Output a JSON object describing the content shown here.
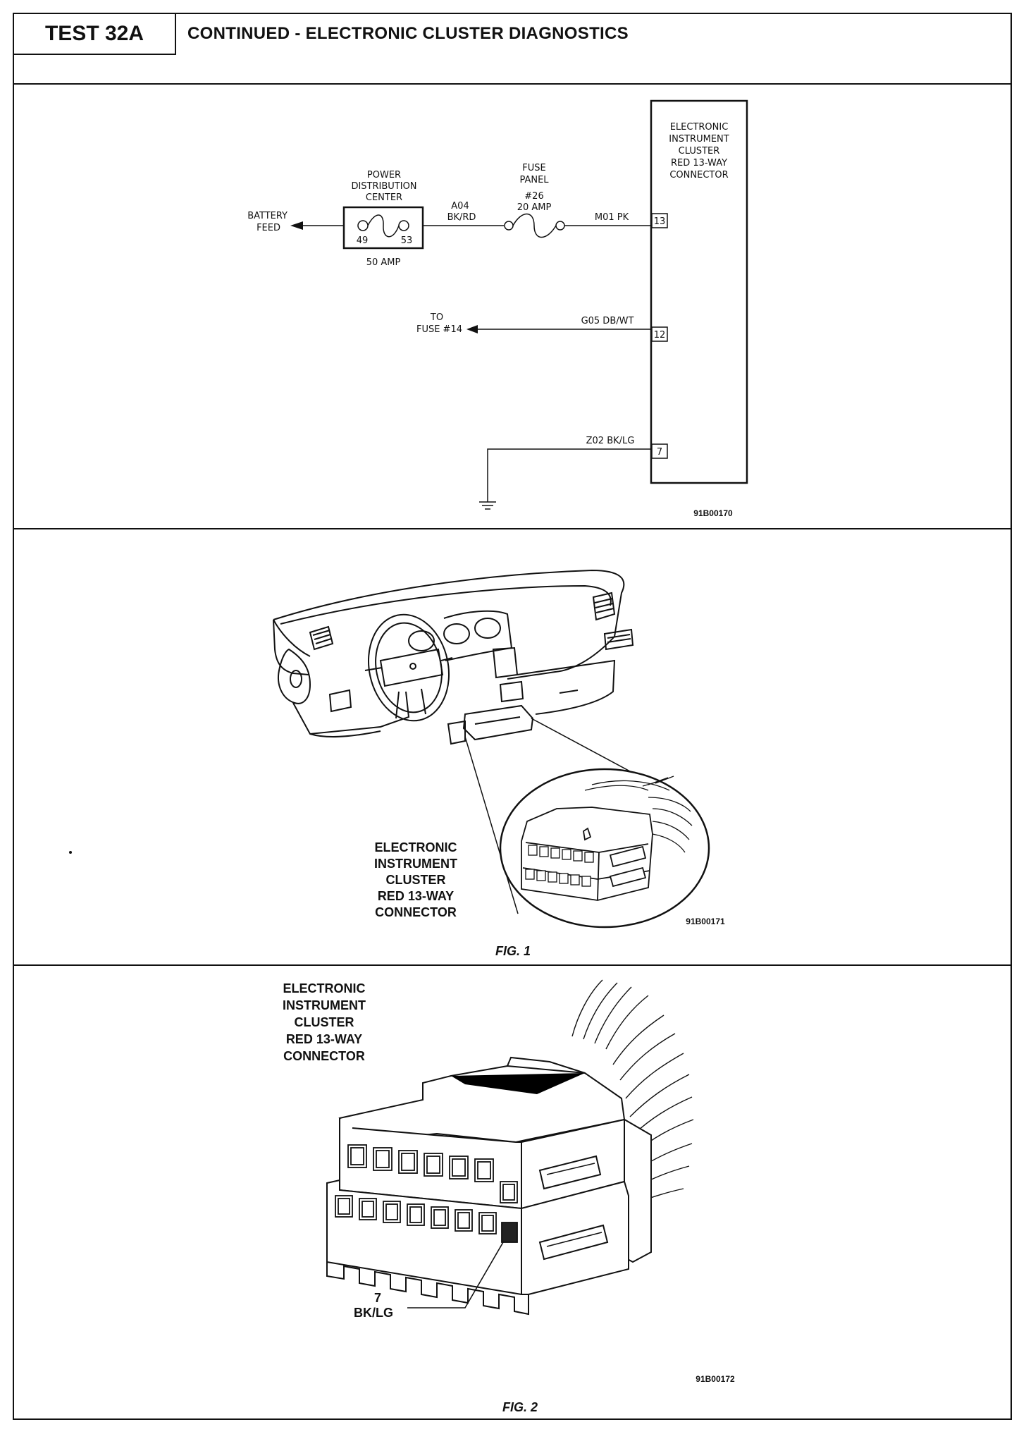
{
  "header": {
    "test_label": "TEST 32A",
    "title": "CONTINUED - ELECTRONIC CLUSTER DIAGNOSTICS"
  },
  "schematic": {
    "battery_feed": [
      "BATTERY",
      "FEED"
    ],
    "pdc_label": [
      "POWER",
      "DISTRIBUTION",
      "CENTER"
    ],
    "pdc_terminal_in": "49",
    "pdc_terminal_out": "53",
    "pdc_rating": "50 AMP",
    "wire_a04": [
      "A04",
      "BK/RD"
    ],
    "fuse_panel_label": [
      "FUSE",
      "PANEL",
      "#26",
      "20 AMP"
    ],
    "wire_m01": "M01 PK",
    "wire_g05": "G05 DB/WT",
    "wire_z02": "Z02 BK/LG",
    "to_fuse": [
      "TO",
      "FUSE #14"
    ],
    "connector_label": [
      "ELECTRONIC",
      "INSTRUMENT",
      "CLUSTER",
      "RED 13-WAY",
      "CONNECTOR"
    ],
    "pins": [
      "13",
      "12",
      "7"
    ],
    "code": "91B00170"
  },
  "figure1": {
    "callout": [
      "ELECTRONIC",
      "INSTRUMENT",
      "CLUSTER",
      "RED 13-WAY",
      "CONNECTOR"
    ],
    "code": "91B00171",
    "caption": "FIG. 1"
  },
  "figure2": {
    "callout": [
      "ELECTRONIC",
      "INSTRUMENT",
      "CLUSTER",
      "RED 13-WAY",
      "CONNECTOR"
    ],
    "pin_number": "7",
    "pin_wire": "BK/LG",
    "code": "91B00172",
    "caption": "FIG. 2"
  }
}
